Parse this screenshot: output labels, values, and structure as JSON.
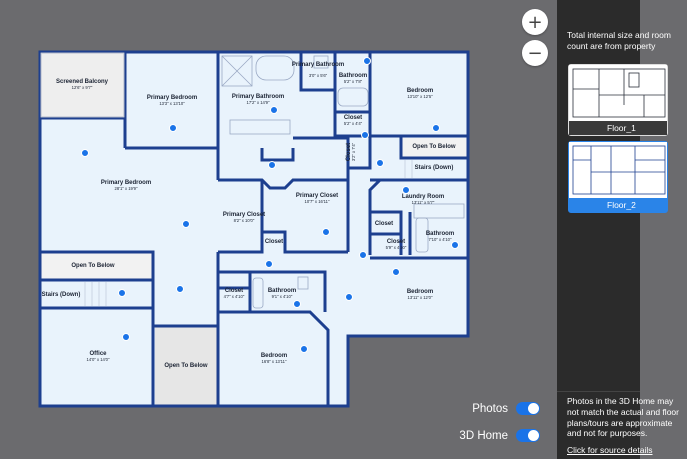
{
  "viewer": {
    "zoom_in_label": "+",
    "zoom_out_label": "−",
    "toggles": [
      {
        "label": "Photos",
        "on": true
      },
      {
        "label": "3D Home",
        "on": true
      }
    ]
  },
  "floorplan": {
    "rooms": [
      {
        "name": "Screened Balcony",
        "dim": "12'6\" x 9'7\""
      },
      {
        "name": "Primary Bedroom",
        "dim": "13'3\" x 13'10\""
      },
      {
        "name": "Primary Bathroom",
        "dim": "17'2\" x 14'9\""
      },
      {
        "name": "Primary Bathroom",
        "dim": "3'0\" x 5'6\""
      },
      {
        "name": "Bathroom",
        "dim": "5'2\" x 7'8\""
      },
      {
        "name": "Bedroom",
        "dim": "13'10\" x 12'5\""
      },
      {
        "name": "Closet",
        "dim": "5'2\" x 4'4\""
      },
      {
        "name": "Open To Below",
        "dim": ""
      },
      {
        "name": "Closet",
        "dim": "3'2\" x 7'4\""
      },
      {
        "name": "Stairs (Down)",
        "dim": ""
      },
      {
        "name": "Primary Bedroom",
        "dim": "28'1\" x 19'9\""
      },
      {
        "name": "Primary Closet",
        "dim": "10'7\" x 16'11\""
      },
      {
        "name": "Laundry Room",
        "dim": "13'11\" x 5'7\""
      },
      {
        "name": "Primary Closet",
        "dim": "8'2\" x 10'0\""
      },
      {
        "name": "Closet",
        "dim": ""
      },
      {
        "name": "Closet",
        "dim": ""
      },
      {
        "name": "Bathroom",
        "dim": "7'10\" x 4'10\""
      },
      {
        "name": "Closet",
        "dim": "5'9\" x 4'10\""
      },
      {
        "name": "Open To Below",
        "dim": ""
      },
      {
        "name": "Stairs (Down)",
        "dim": ""
      },
      {
        "name": "Closet",
        "dim": "4'7\" x 4'10\""
      },
      {
        "name": "Bathroom",
        "dim": "9'1\" x 4'10\""
      },
      {
        "name": "Bedroom",
        "dim": "13'11\" x 12'0\""
      },
      {
        "name": "Office",
        "dim": "14'0\" x 14'0\""
      },
      {
        "name": "Open To Below",
        "dim": ""
      },
      {
        "name": "Bedroom",
        "dim": "16'8\" x 13'11\""
      }
    ],
    "photo_markers": 22,
    "wall_color": "#1d3f8f",
    "floor_color": "#e9f3fc",
    "marker_color": "#1a73e8"
  },
  "sidebar": {
    "description": "Total internal size and room count are from property",
    "floors": [
      {
        "label": "Floor_1",
        "selected": false
      },
      {
        "label": "Floor_2",
        "selected": true
      }
    ],
    "note": "Photos in the 3D Home may not match the actual and floor plans/tours are approximate and not for purposes.",
    "source_link": "Click for source details"
  },
  "colors": {
    "viewer_bg": "#6b6b6e",
    "sidebar_bg": "#2b2b2b",
    "accent": "#1a73e8"
  }
}
